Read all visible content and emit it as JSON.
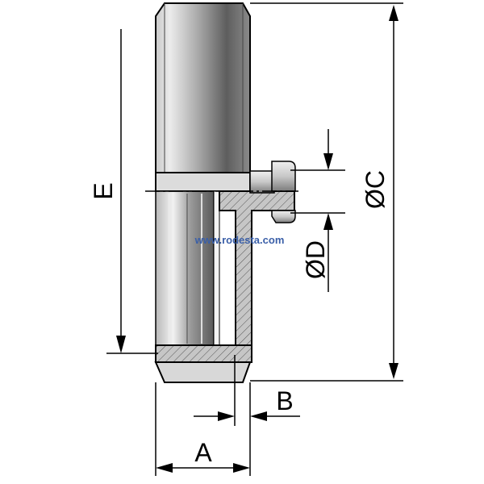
{
  "labels": {
    "E": "E",
    "C": "ØC",
    "D": "ØD",
    "A": "A",
    "B": "B"
  },
  "watermark": "www.rodesta.com",
  "colors": {
    "line": "#000000",
    "metal_light": "#e4e4e4",
    "metal_dark": "#6c6c6c",
    "section_fill": "#c6c6c6",
    "watermark": "#3a5fa8"
  }
}
